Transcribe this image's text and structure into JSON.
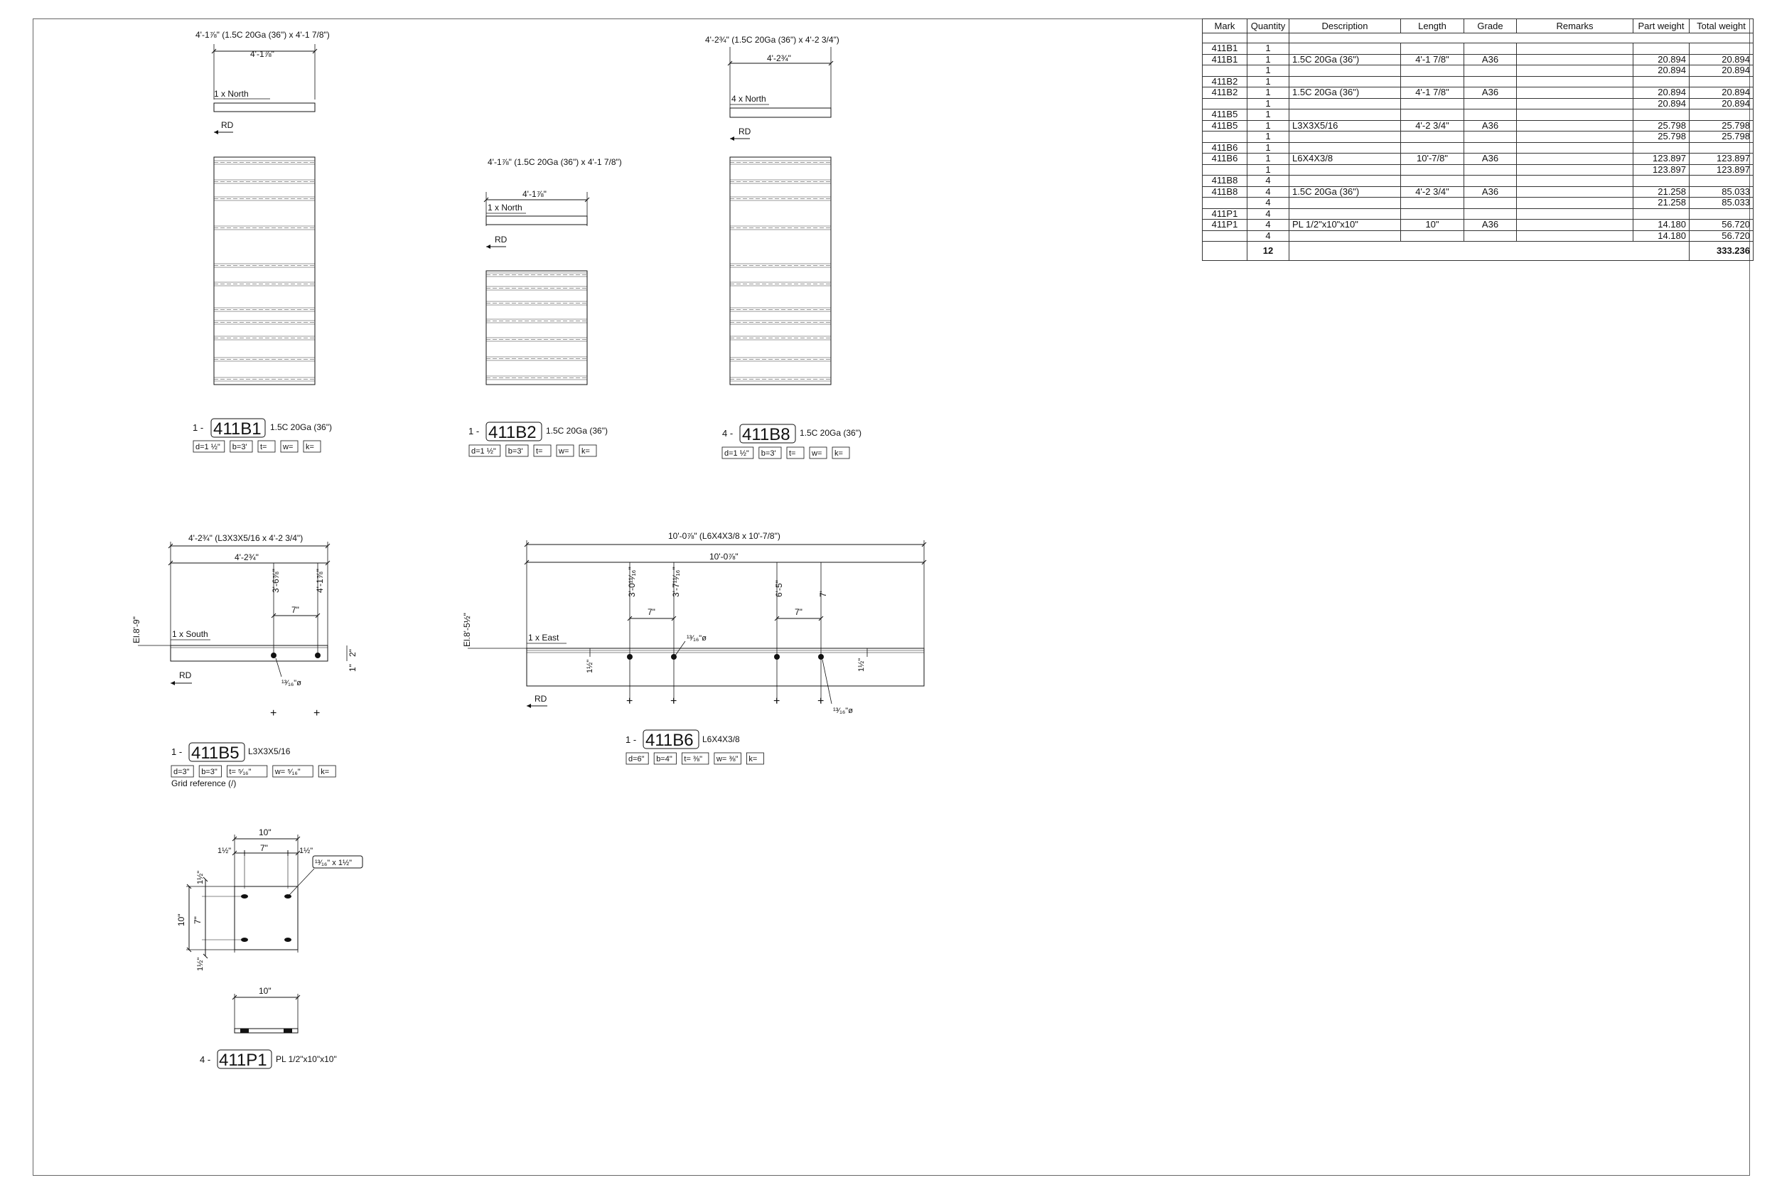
{
  "bom": {
    "headers": [
      "Mark",
      "Quantity",
      "Description",
      "Length",
      "Grade",
      "Remarks",
      "Part weight",
      "Total weight"
    ],
    "rows": [
      [
        "411B1",
        "1",
        "",
        "",
        "",
        "",
        "",
        ""
      ],
      [
        "411B1",
        "1",
        "1.5C 20Ga (36\")",
        "4'-1 7/8\"",
        "A36",
        "",
        "20.894",
        "20.894"
      ],
      [
        "",
        "1",
        "",
        "",
        "",
        "",
        "20.894",
        "20.894"
      ],
      [
        "411B2",
        "1",
        "",
        "",
        "",
        "",
        "",
        ""
      ],
      [
        "411B2",
        "1",
        "1.5C 20Ga (36\")",
        "4'-1 7/8\"",
        "A36",
        "",
        "20.894",
        "20.894"
      ],
      [
        "",
        "1",
        "",
        "",
        "",
        "",
        "20.894",
        "20.894"
      ],
      [
        "411B5",
        "1",
        "",
        "",
        "",
        "",
        "",
        ""
      ],
      [
        "411B5",
        "1",
        "L3X3X5/16",
        "4'-2 3/4\"",
        "A36",
        "",
        "25.798",
        "25.798"
      ],
      [
        "",
        "1",
        "",
        "",
        "",
        "",
        "25.798",
        "25.798"
      ],
      [
        "411B6",
        "1",
        "",
        "",
        "",
        "",
        "",
        ""
      ],
      [
        "411B6",
        "1",
        "L6X4X3/8",
        "10'-7/8\"",
        "A36",
        "",
        "123.897",
        "123.897"
      ],
      [
        "",
        "1",
        "",
        "",
        "",
        "",
        "123.897",
        "123.897"
      ],
      [
        "411B8",
        "4",
        "",
        "",
        "",
        "",
        "",
        ""
      ],
      [
        "411B8",
        "4",
        "1.5C 20Ga (36\")",
        "4'-2 3/4\"",
        "A36",
        "",
        "21.258",
        "85.033"
      ],
      [
        "",
        "4",
        "",
        "",
        "",
        "",
        "21.258",
        "85.033"
      ],
      [
        "411P1",
        "4",
        "",
        "",
        "",
        "",
        "",
        ""
      ],
      [
        "411P1",
        "4",
        "PL 1/2\"x10\"x10\"",
        "10\"",
        "A36",
        "",
        "14.180",
        "56.720"
      ],
      [
        "",
        "4",
        "",
        "",
        "",
        "",
        "14.180",
        "56.720"
      ]
    ],
    "total_quantity": "12",
    "total_weight": "333.236"
  },
  "views": {
    "b1": {
      "overall_dim": "4'-1⅞\" (1.5C 20Ga (36\") x 4'-1 7/8\")",
      "dim": "4'-1⅞\"",
      "orient": "1 x North",
      "rd": "RD",
      "qty": "1 -",
      "mark": "411B1",
      "profile": "1.5C 20Ga (36\")",
      "props": [
        "d=1 ½\"",
        "b=3'",
        "t=",
        "w=",
        "k="
      ]
    },
    "b2": {
      "overall_dim": "4'-1⅞\" (1.5C 20Ga (36\") x 4'-1 7/8\")",
      "dim": "4'-1⅞\"",
      "orient": "1 x North",
      "rd": "RD",
      "qty": "1 -",
      "mark": "411B2",
      "profile": "1.5C 20Ga (36\")",
      "props": [
        "d=1 ½\"",
        "b=3'",
        "t=",
        "w=",
        "k="
      ]
    },
    "b8": {
      "overall_dim": "4'-2¾\" (1.5C 20Ga (36\") x 4'-2 3/4\")",
      "dim": "4'-2¾\"",
      "orient": "4 x North",
      "rd": "RD",
      "qty": "4 -",
      "mark": "411B8",
      "profile": "1.5C 20Ga (36\")",
      "props": [
        "d=1 ½\"",
        "b=3'",
        "t=",
        "w=",
        "k="
      ]
    },
    "b5": {
      "overall_dim": "4'-2¾\" (L3X3X5/16 x 4'-2 3/4\")",
      "dim": "4'-2¾\"",
      "hole1": "3'-6⅞\"",
      "hole2": "4'-1⅞\"",
      "spacing": "7\"",
      "elev": "El.8'-9\"",
      "orient": "1 x South",
      "gauge": "2\"",
      "edge": "1\"",
      "hole": "¹³⁄₁₆\"ø",
      "rd": "RD",
      "qty": "1 -",
      "mark": "411B5",
      "profile": "L3X3X5/16",
      "props": [
        "d=3\"",
        "b=3\"",
        "t= ⁵⁄₁₆\"",
        "w= ⁵⁄₁₆\"",
        "k="
      ],
      "grid_ref": "Grid reference (/)"
    },
    "b6": {
      "overall_dim": "10'-0⅞\" (L6X4X3/8 x 10'-7/8\")",
      "dim": "10'-0⅞\"",
      "h1": "3'-0¹¹⁄₁₆\"",
      "h2": "3'-7¹¹⁄₁₆\"",
      "h3": "6'-5\"",
      "h4": "7'",
      "spacing1": "7\"",
      "spacing2": "7\"",
      "elev": "El.8'-5½\"",
      "orient": "1 x East",
      "hole_a": "¹³⁄₁₆\"ø",
      "hole_b": "¹³⁄₁₆\"ø",
      "edge_l": "1½\"",
      "edge_r": "1½\"",
      "qty": "1 -",
      "mark": "411B6",
      "profile": "L6X4X3/8",
      "props": [
        "d=6\"",
        "b=4\"",
        "t= ⅜\"",
        "w= ⅜\"",
        "k="
      ]
    },
    "p1": {
      "width": "10\"",
      "left_edge": "1½\"",
      "spacing": "7\"",
      "right_edge": "1½\"",
      "slot": "¹³⁄₁₆\" x 1½\"",
      "height": "10\"",
      "v_spacing": "7\"",
      "top_edge": "1½\"",
      "bot_edge": "1½\"",
      "bottom_width": "10\"",
      "qty": "4 -",
      "mark": "411P1",
      "profile": "PL 1/2\"x10\"x10\""
    }
  }
}
